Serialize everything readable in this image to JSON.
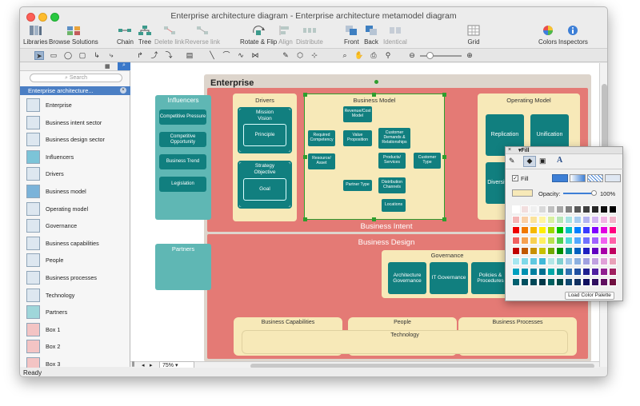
{
  "window": {
    "title": "Enterprise architecture diagram - Enterprise architecture metamodel diagram"
  },
  "toolbar": {
    "libraries": "Libraries",
    "browse_solutions": "Browse Solutions",
    "chain": "Chain",
    "tree": "Tree",
    "delete_link": "Delete link",
    "reverse_link": "Reverse link",
    "rotate_flip": "Rotate & Flip",
    "align": "Align",
    "distribute": "Distribute",
    "front": "Front",
    "back": "Back",
    "identical": "Identical",
    "grid": "Grid",
    "colors": "Colors",
    "inspectors": "Inspectors"
  },
  "sidebar": {
    "search_placeholder": "Search",
    "library_name": "Enterprise architecture...",
    "items": [
      "Enterprise",
      "Business intent sector",
      "Business design sector",
      "Influencers",
      "Drivers",
      "Business model",
      "Operating model",
      "Governance",
      "Business capabilities",
      "People",
      "Business processes",
      "Technology",
      "Partners",
      "Box 1",
      "Box 2",
      "Box 3"
    ]
  },
  "status": {
    "text": "Ready",
    "zoom": "75%"
  },
  "diagram": {
    "enterprise": "Enterprise",
    "influencers": "Influencers",
    "influencer_items": [
      "Competitive Pressure",
      "Competitive Opportunity",
      "Business Trend",
      "Legislation"
    ],
    "partners": "Partners",
    "drivers": "Drivers",
    "mission": "Mission",
    "vision": "Vision",
    "principle": "Principle",
    "strategy": "Strategy",
    "objective": "Objective",
    "goal": "Goal",
    "business_model": "Business Model",
    "bm_items": {
      "revenue": "Revenue/Cost Model",
      "value": "Value Proposition",
      "demands": "Customer Demands & Relationships",
      "required": "Required Competency",
      "resource": "Resource/ Asset",
      "products": "Products/ Services",
      "customer": "Customer Type",
      "partner": "Partner Type",
      "distribution": "Distribution Channels",
      "locations": "Locations"
    },
    "operating_model": "Operating Model",
    "om_items": [
      "Replication",
      "Unification",
      "Diversification"
    ],
    "business_intent": "Business Intent",
    "business_design": "Business Design",
    "governance": "Governance",
    "gov_items": [
      "Architecture Governance",
      "IT Governance",
      "Policies & Procedures"
    ],
    "capabilities": "Business Capabilities",
    "people": "People",
    "processes": "Business Processes",
    "technology": "Technology"
  },
  "fill_panel": {
    "title": "Fill",
    "fill_label": "Fill",
    "opacity_label": "Opacity:",
    "opacity_value": "100%",
    "load_button": "Load Color Palette",
    "palette": [
      [
        "#ffffff",
        "#f2dede",
        "#f0f0f0",
        "#d9d9d9",
        "#bfbfbf",
        "#a6a6a6",
        "#808080",
        "#595959",
        "#404040",
        "#262626",
        "#0d0d0d",
        "#000000"
      ],
      [
        "#f4b6b6",
        "#f9cfa6",
        "#fbe39b",
        "#fff5a0",
        "#d8f0a0",
        "#b6e6b6",
        "#a6e3e3",
        "#a6cdf0",
        "#b3b3f0",
        "#d1b3f0",
        "#f0b3e3",
        "#f0b3c9"
      ],
      [
        "#ee0000",
        "#f07800",
        "#f5b800",
        "#ffee00",
        "#9ad600",
        "#00c000",
        "#00c0c0",
        "#0080ff",
        "#3b3bff",
        "#8000ff",
        "#e000e0",
        "#ff0080"
      ],
      [
        "#f06060",
        "#f5a050",
        "#f8d050",
        "#fff060",
        "#b8e050",
        "#50d050",
        "#50d8d8",
        "#50a8ff",
        "#7070ff",
        "#a060ff",
        "#f060f0",
        "#ff60a8"
      ],
      [
        "#c00000",
        "#c05800",
        "#c89000",
        "#c8c000",
        "#70a800",
        "#009000",
        "#009090",
        "#0060c0",
        "#2020c0",
        "#6000c0",
        "#a800a8",
        "#c00060"
      ],
      [
        "#a6e6f0",
        "#80d8e8",
        "#60c8e0",
        "#40b8d8",
        "#b3e6e6",
        "#80d0d0",
        "#a0c8e8",
        "#8cb0e0",
        "#a0a0e0",
        "#c0a0e0",
        "#e0a0d8",
        "#e8a0b8"
      ],
      [
        "#00a0c0",
        "#0090b0",
        "#0080a0",
        "#007090",
        "#00a8a8",
        "#008888",
        "#3070b0",
        "#2050a0",
        "#202090",
        "#5020a0",
        "#902090",
        "#a02060"
      ],
      [
        "#006070",
        "#005060",
        "#004858",
        "#003848",
        "#006060",
        "#004848",
        "#104870",
        "#103060",
        "#101060",
        "#301060",
        "#601060",
        "#701040"
      ]
    ]
  },
  "colors": {
    "accent": "#117f7f",
    "intent": "#e47a75",
    "beige": "#f7e9b8"
  }
}
